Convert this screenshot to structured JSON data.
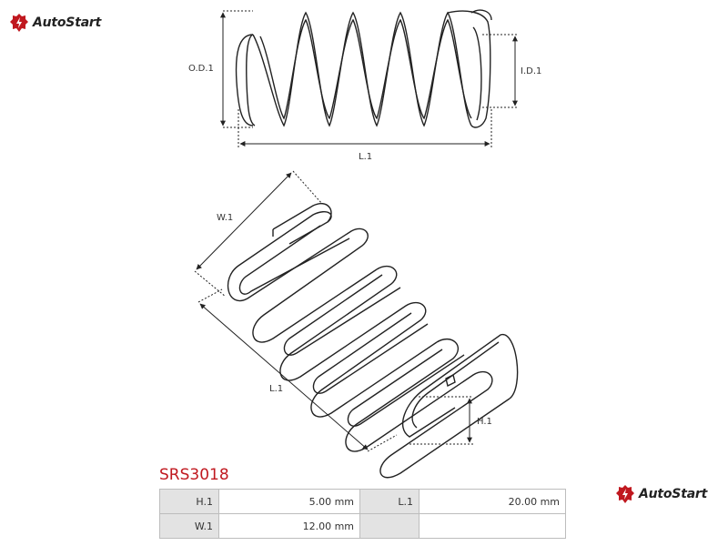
{
  "brand": {
    "name": "AutoStart",
    "accent_color": "#c0181f"
  },
  "diagram": {
    "labels": {
      "od": "O.D.1",
      "id": "I.D.1",
      "l_top": "L.1",
      "w": "W.1",
      "l_bottom": "L.1",
      "h": "H.1"
    }
  },
  "part": {
    "code": "SRS3018"
  },
  "specs": {
    "rows": [
      {
        "k1": "H.1",
        "v1": "5.00 mm",
        "k2": "L.1",
        "v2": "20.00 mm"
      },
      {
        "k1": "W.1",
        "v1": "12.00 mm",
        "k2": "",
        "v2": ""
      }
    ]
  }
}
